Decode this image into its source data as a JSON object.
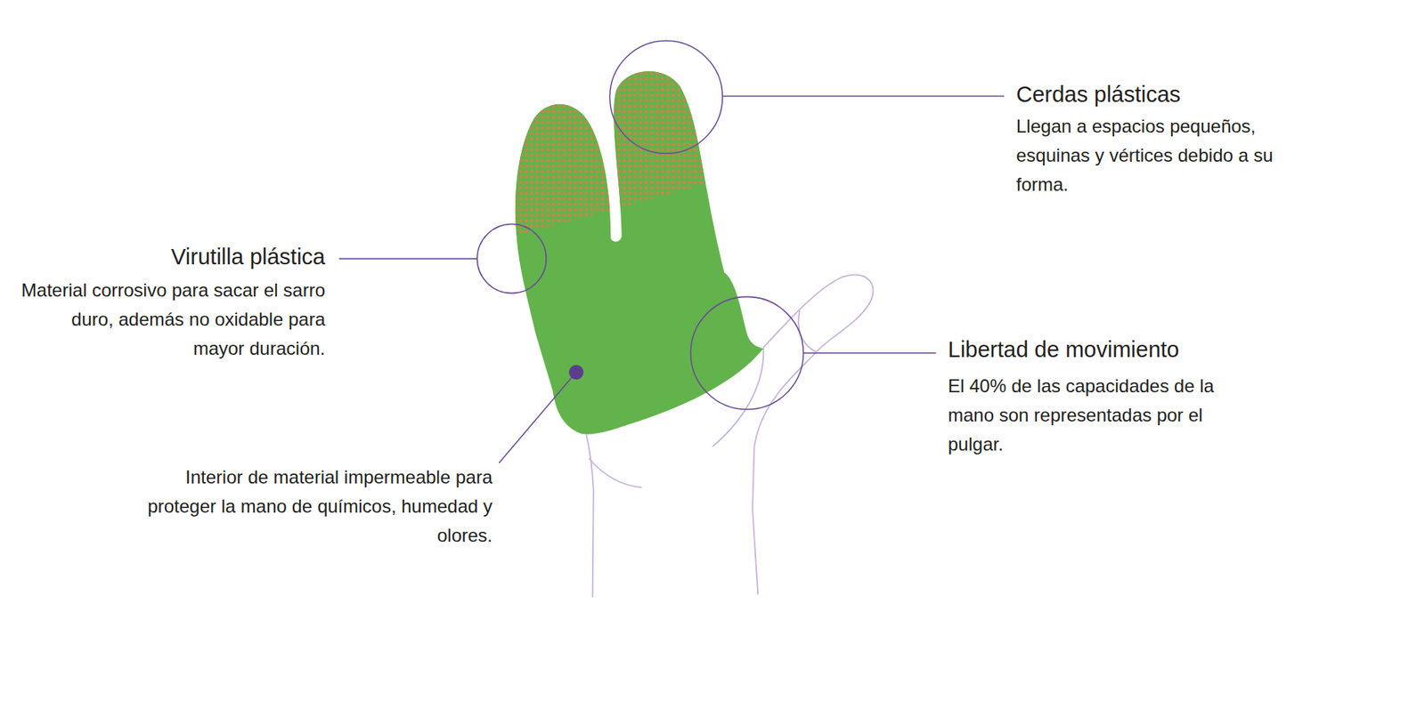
{
  "diagram": {
    "labels": [
      "Cerdas plásticas",
      "Llegan a espacios pequeños, esquinas y vértices debido a su forma.",
      "Virutilla plástica",
      "Material corrosivo para sacar el sarro duro, además no oxidable para mayor duración.",
      "Libertad de movimiento",
      "El 40% de las capacidades de la mano son representadas por el pulgar.",
      "Interior de material impermeable para proteger la mano de químicos, humedad y olores."
    ]
  }
}
